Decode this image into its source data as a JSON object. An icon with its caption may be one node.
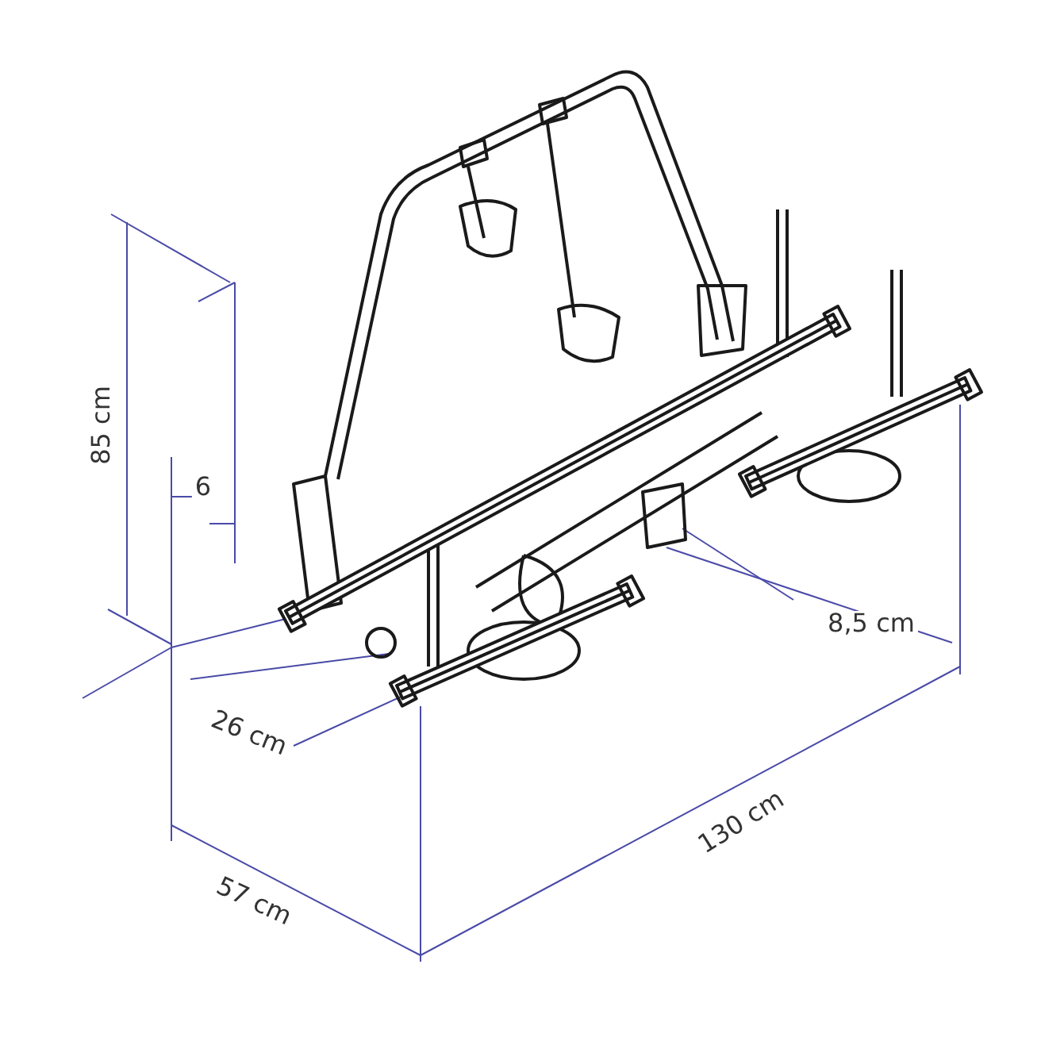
{
  "diagram": {
    "labels": [
      "85 cm",
      "6",
      "26 cm",
      "8,5 cm",
      "130 cm",
      "57 cm"
    ]
  }
}
